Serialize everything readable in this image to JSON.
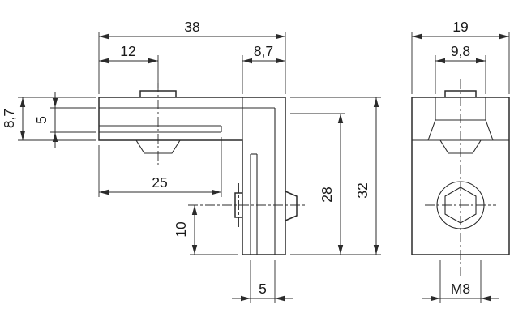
{
  "drawing": {
    "front_view": {
      "total_width": "38",
      "tenon_offset": "12",
      "arm_thickness_top": "8,7",
      "arm_thickness_left": "8,7",
      "slot_opening_left": "5",
      "slot_length": "25",
      "hole_offset": "10",
      "inner_height": "28",
      "total_height": "32",
      "slot_opening_bottom": "5"
    },
    "side_view": {
      "total_depth": "19",
      "tenon_width": "9,8",
      "thread": "M8"
    },
    "colors": {
      "line": "#2b2b2b",
      "text": "#1a1a1a",
      "background": "#ffffff"
    }
  }
}
